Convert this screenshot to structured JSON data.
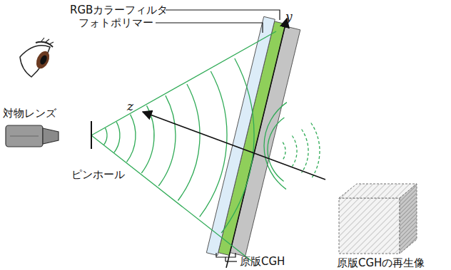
{
  "diagram": {
    "labels": [
      "RGBカラーフィルタ",
      "フォトポリマー",
      "y",
      "z",
      "対物レンズ",
      "ピンホール",
      "原版CGHの再生像",
      "原版CGH"
    ]
  }
}
